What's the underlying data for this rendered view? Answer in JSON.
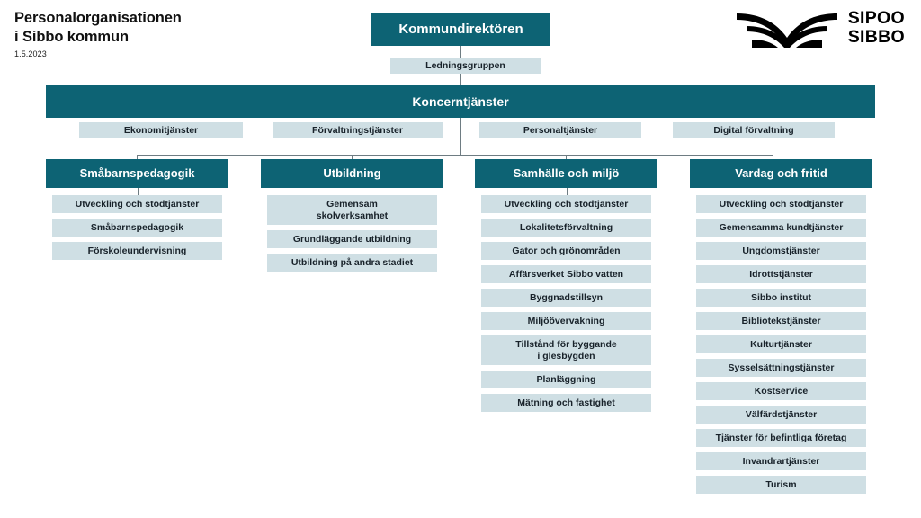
{
  "header": {
    "title": "Personalorganisationen\ni Sibbo kommun",
    "date": "1.5.2023",
    "logo_text": "SIPOO\nSIBBO",
    "logo_icon": "sipoo-wing-logo"
  },
  "colors": {
    "teal": "#0d6374",
    "light_blue": "#cfdfe4",
    "line": "#6e7c82",
    "text_dark": "#18222a"
  },
  "chart": {
    "ceo": "Kommundirektören",
    "management_group": "Ledningsgruppen",
    "group_services": "Koncerntjänster",
    "group_service_units": [
      "Ekonomitjänster",
      "Förvaltningstjänster",
      "Personaltjänster",
      "Digital förvaltning"
    ],
    "departments": [
      {
        "name": "Småbarnspedagogik",
        "items": [
          "Utveckling och stödtjänster",
          "Småbarnspedagogik",
          "Förskoleundervisning"
        ]
      },
      {
        "name": "Utbildning",
        "items": [
          "Gemensam\nskolverksamhet",
          "Grundläggande utbildning",
          "Utbildning på andra stadiet"
        ]
      },
      {
        "name": "Samhälle och miljö",
        "items": [
          "Utveckling och stödtjänster",
          "Lokalitetsförvaltning",
          "Gator och grönområden",
          "Affärsverket Sibbo vatten",
          "Byggnadstillsyn",
          "Miljöövervakning",
          "Tillstånd för byggande\ni glesbygden",
          "Planläggning",
          "Mätning och fastighet"
        ]
      },
      {
        "name": "Vardag och fritid",
        "items": [
          "Utveckling och stödtjänster",
          "Gemensamma kundtjänster",
          "Ungdomstjänster",
          "Idrottstjänster",
          "Sibbo institut",
          "Bibliotekstjänster",
          "Kulturtjänster",
          "Sysselsättningstjänster",
          "Kostservice",
          "Välfärdstjänster",
          "Tjänster för befintliga företag",
          "Invandrartjänster",
          "Turism"
        ]
      }
    ]
  }
}
